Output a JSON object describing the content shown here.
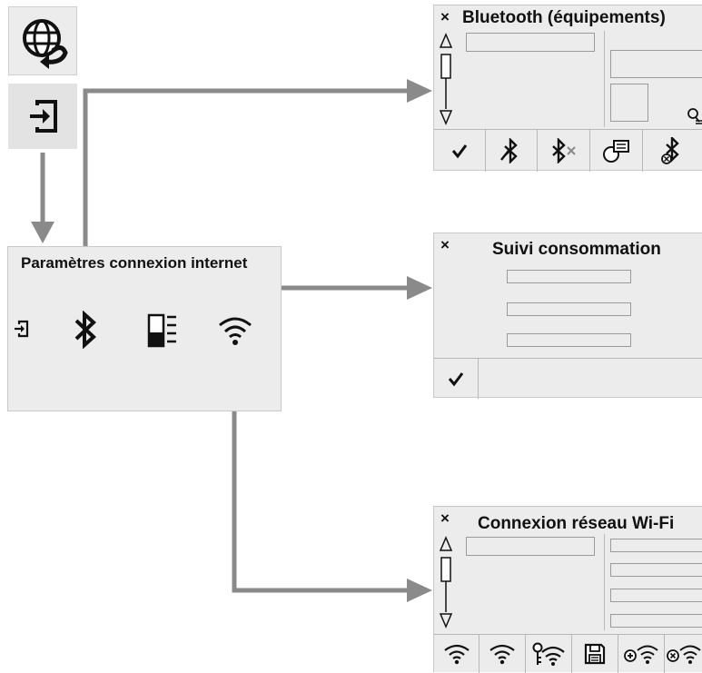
{
  "main_panel": {
    "title": "Paramètres connexion internet"
  },
  "bluetooth_panel": {
    "title": "Bluetooth (équipements)",
    "close_glyph": "×"
  },
  "consumption_panel": {
    "title": "Suivi consommation",
    "close_glyph": "×"
  },
  "wifi_panel": {
    "title": "Connexion réseau Wi-Fi",
    "close_glyph": "×"
  },
  "colors": {
    "panel_bg": "#ececec",
    "arrow": "#8a8a8a",
    "icon": "#111111"
  }
}
